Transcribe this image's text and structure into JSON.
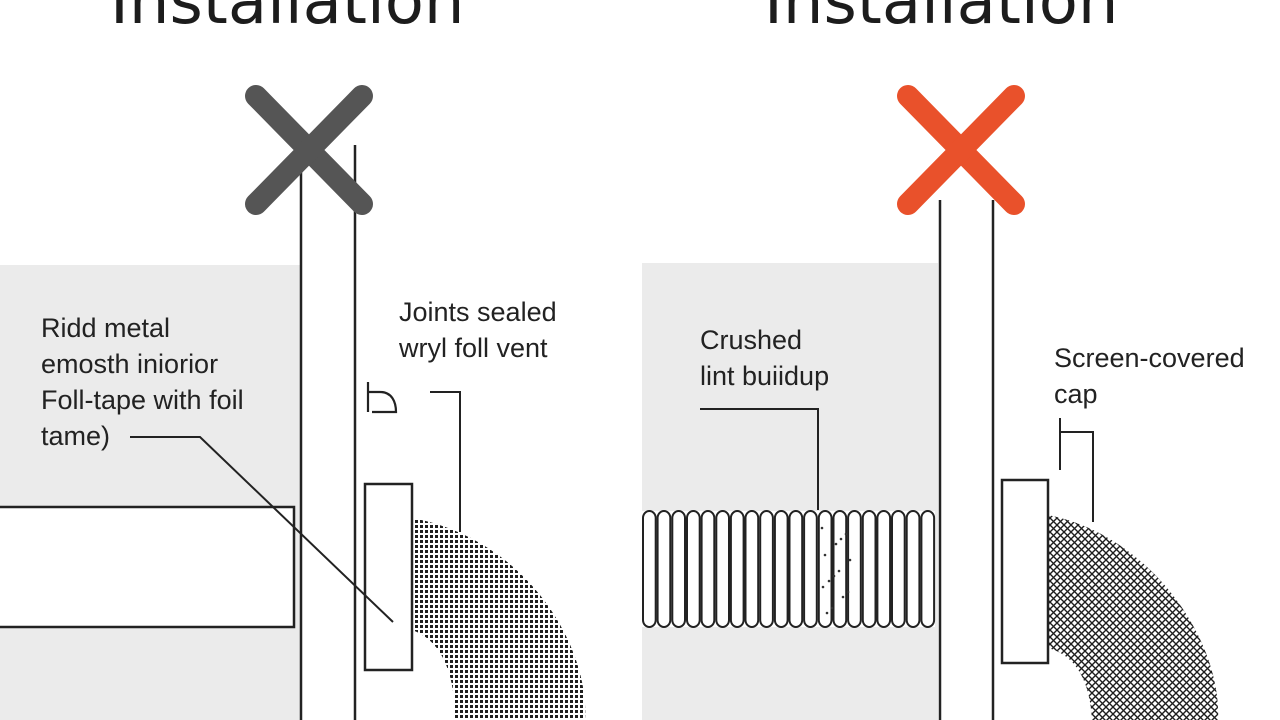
{
  "headings": {
    "left": "Installation",
    "right": "Installation"
  },
  "marks": {
    "left_icon": "x-mark-icon",
    "left_color": "#555555",
    "right_icon": "x-mark-icon",
    "right_color": "#e9512b"
  },
  "labels": {
    "rigid_metal": [
      "Ridd metal",
      "emosth iniorior",
      "Foll-tape with foil",
      "tame)"
    ],
    "joints_sealed": [
      "Joints sealed",
      "wryl foll vent"
    ],
    "crushed_lint": [
      "Crushed",
      "lint buiidup"
    ],
    "screen_cap": [
      "Screen-covered",
      "cap"
    ]
  },
  "colors": {
    "line": "#222222",
    "panel": "#ebebeb",
    "pattern": "#1e1e1e"
  }
}
